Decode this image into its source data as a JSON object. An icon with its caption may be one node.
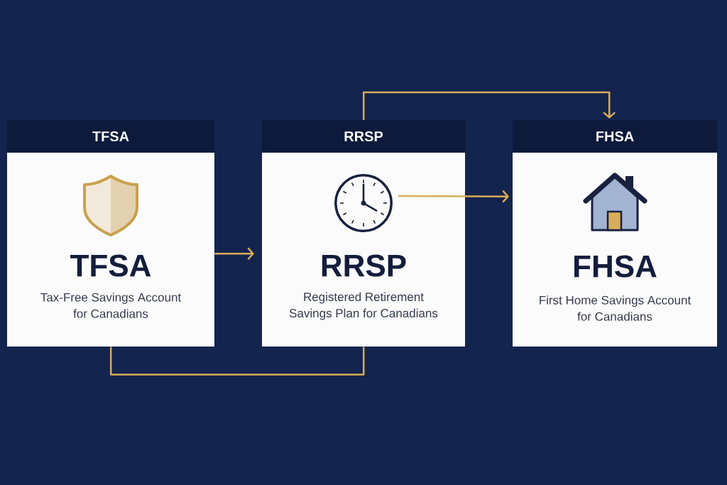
{
  "diagram": {
    "nodes": [
      {
        "text": [
          "TFSA",
          "TFSA",
          "Tax-Free Savings Account for Canadians"
        ]
      },
      {
        "text": [
          "RRSP",
          "RRSP",
          "Registered Retirement Savings Plan for Canadians"
        ]
      },
      {
        "text": [],
        "shape": "picture",
        "in": 1
      },
      {
        "text": [
          "FHSA",
          "FHSA",
          "First Home Savings Account for Canadians"
        ]
      }
    ],
    "edges": [
      {
        "from": 0,
        "to": 1,
        "arrow": "to"
      },
      {
        "from": 0,
        "to": 1,
        "arrow": "none"
      },
      {
        "from": 1,
        "to": 3,
        "arrow": "to"
      },
      {
        "from": 2,
        "to": 3,
        "arrow": "to"
      }
    ]
  }
}
